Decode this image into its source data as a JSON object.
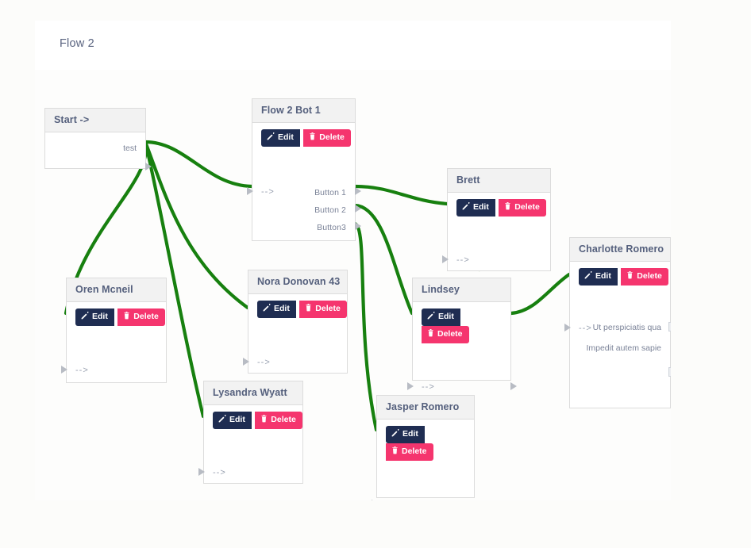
{
  "page": {
    "title": "Flow 2",
    "background_color": "#fcfcfa",
    "card_background": "#ffffff",
    "canvas_background": "#fdfdfc"
  },
  "colors": {
    "edge_green": "#17800f",
    "edit_button": "#1f2d52",
    "delete_button": "#f5356e",
    "node_header": "#f2f2f2",
    "node_border": "#dcdcdc",
    "title_text": "#5a6480",
    "label_text": "#7b8398"
  },
  "buttons": {
    "edit_label": "Edit",
    "delete_label": "Delete",
    "edit_icon": "pencil-square-icon",
    "delete_icon": "trash-icon"
  },
  "nodes": {
    "start": {
      "title": "Start ->",
      "output_label": "test"
    },
    "bot1": {
      "title": "Flow 2 Bot 1",
      "input_label": "-->",
      "ports": [
        {
          "label": "Button 1"
        },
        {
          "label": "Button 2"
        },
        {
          "label": "Button3"
        }
      ]
    },
    "oren": {
      "title": "Oren Mcneil",
      "input_label": "-->"
    },
    "nora": {
      "title": "Nora Donovan 43",
      "input_label": "-->"
    },
    "lysandra": {
      "title": "Lysandra Wyatt",
      "input_label": "-->"
    },
    "jasper": {
      "title": "Jasper Romero",
      "input_label": "-->"
    },
    "lindsey": {
      "title": "Lindsey",
      "input_label": "-->"
    },
    "brett": {
      "title": "Brett",
      "input_label": "-->"
    },
    "charlotte": {
      "title": "Charlotte Romero",
      "input_label": "-->",
      "outputs": [
        "Ut perspiciatis qua",
        "Impedit autem sapie"
      ]
    }
  }
}
